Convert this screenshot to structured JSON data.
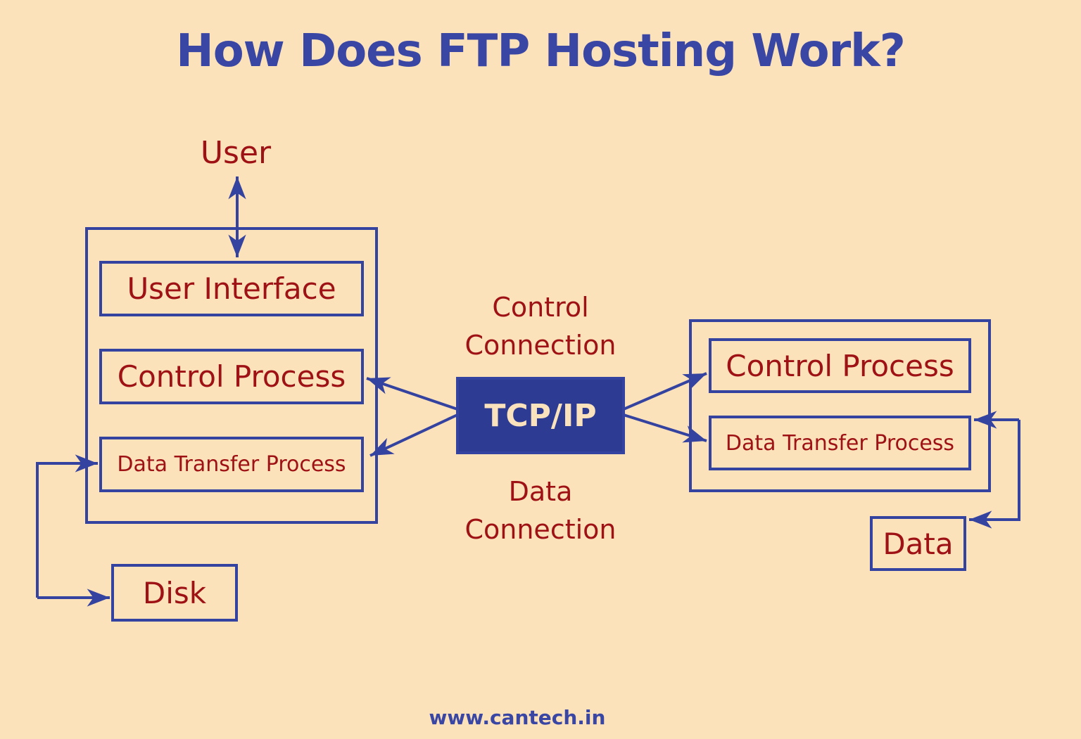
{
  "page": {
    "title": "How Does FTP Hosting Work?",
    "footer": "www.cantech.in"
  },
  "labels": {
    "user": "User",
    "disk": "Disk",
    "data": "Data"
  },
  "client": {
    "user_interface": "User Interface",
    "control_process": "Control Process",
    "data_transfer_process": "Data Transfer Process"
  },
  "server": {
    "control_process": "Control Process",
    "data_transfer_process": "Data Transfer Process"
  },
  "center": {
    "tcp_ip": "TCP/IP",
    "control_connection_line1": "Control",
    "control_connection_line2": "Connection",
    "data_connection_line1": "Data",
    "data_connection_line2": "Connection"
  },
  "colors": {
    "background": "#FCE2BA",
    "line_blue": "#3442A0",
    "title_blue": "#3A46A4",
    "tcpip_fill": "#2E3B92",
    "tcpip_text": "#F9E2BC",
    "label_red": "#9E1115"
  }
}
